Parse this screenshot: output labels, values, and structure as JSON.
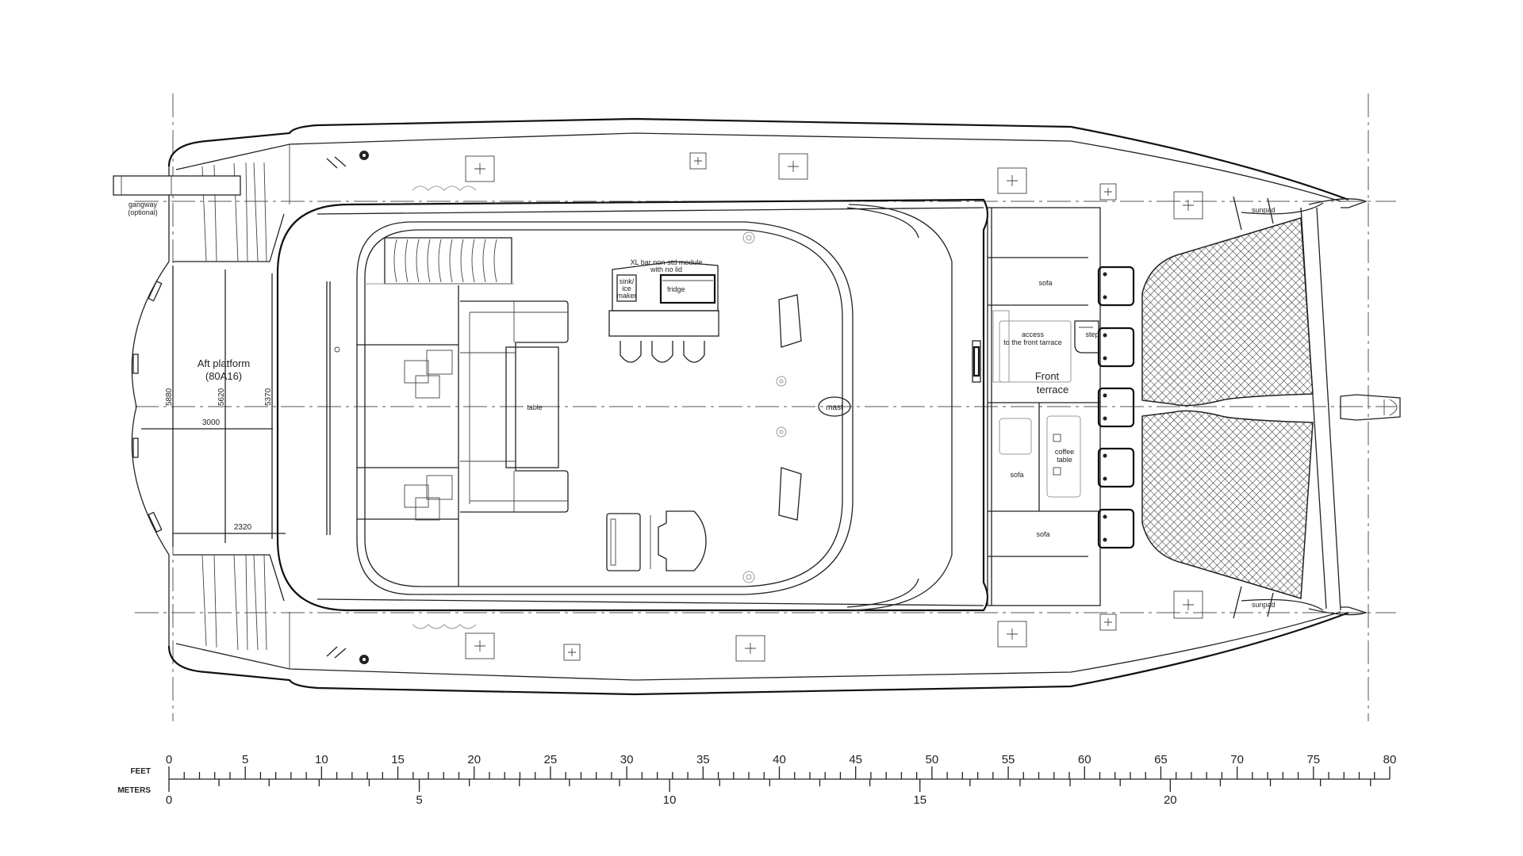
{
  "drawing": {
    "title": "Catamaran deck plan (top view)",
    "labels": {
      "gangway": [
        "gangway",
        "(optional)"
      ],
      "aft_platform": [
        "Aft platform",
        "(80A16)"
      ],
      "dim_5880": "5880",
      "dim_5620": "5620",
      "dim_5370": "5370",
      "dim_3000": "3000",
      "dim_2320": "2320",
      "table": "table",
      "bar_module": [
        "XL bar non-std module",
        "with no lid"
      ],
      "sink": [
        "sink/",
        "ice",
        "maker"
      ],
      "fridge": "fridge",
      "mast": "mast",
      "sofa_top": "sofa",
      "sofa_mid": "sofa",
      "sofa_bottom": "sofa",
      "access": [
        "access",
        "to the front tarrace"
      ],
      "front_terrace": [
        "Front",
        "terrace"
      ],
      "step": "step",
      "coffee_table": [
        "coffee",
        "table"
      ],
      "sunpad_top": "sunpad",
      "sunpad_bottom": "sunpad"
    },
    "colors": {
      "line": "#222222",
      "background": "#ffffff",
      "hatch": "#333333"
    }
  },
  "scale_bar": {
    "feet_label": "FEET",
    "meters_label": "METERS",
    "feet_ticks": [
      "0",
      "5",
      "10",
      "15",
      "20",
      "25",
      "30",
      "35",
      "40",
      "45",
      "50",
      "55",
      "60",
      "65",
      "70",
      "75",
      "80"
    ],
    "meters_ticks": [
      "0",
      "5",
      "10",
      "15",
      "20"
    ],
    "feet_max": 80,
    "meters_max": 24
  }
}
